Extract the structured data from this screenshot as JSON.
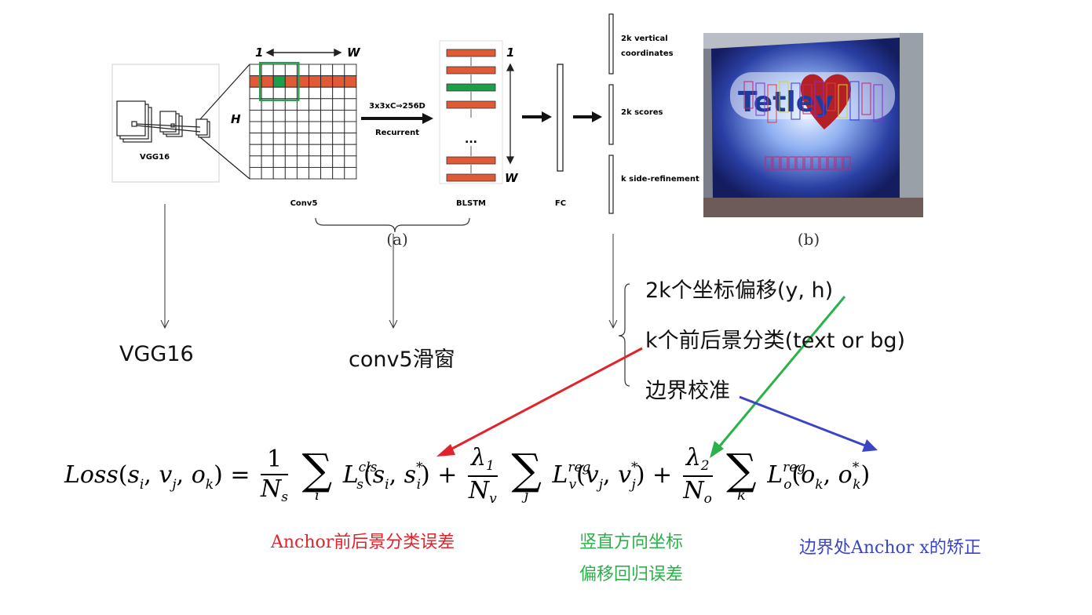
{
  "diagram": {
    "vgg_inner_label": "VGG16",
    "conv5_axis_one": "1",
    "conv5_axis_w": "W",
    "conv5_axis_h": "H",
    "conv5_op_top": "3x3xC⇒256D",
    "conv5_op_bottom": "Recurrent",
    "conv5_label": "Conv5",
    "blstm_one": "1",
    "blstm_dots": "...",
    "blstm_w": "W",
    "blstm_label": "BLSTM",
    "fc_label": "FC",
    "out_vertical": "2k vertical coordinates",
    "out_scores": "2k scores",
    "out_side": "k side-refinement",
    "caption_a": "(a)",
    "caption_b": "(b)",
    "billboard_text": "Tetley",
    "colors": {
      "orange": "#e05a35",
      "green": "#1f9e4a",
      "red": "#e1232b",
      "blue": "#3b45c4",
      "arrow_green": "#2bb14a"
    }
  },
  "annotations": {
    "vgg16": "VGG16",
    "conv5_window": "conv5滑窗",
    "list": [
      "2k个坐标偏移(y, h)",
      "k个前后景分类(text or bg)",
      "边界校准"
    ]
  },
  "formula": {
    "loss_name": "Loss",
    "args": "(s",
    "one": "1",
    "lambda1": "λ",
    "lambda2": "λ",
    "sum": "∑"
  },
  "captions": {
    "cls": "Anchor前后景分类误差",
    "reg_line1": "竖直方向坐标",
    "reg_line2": "偏移回归误差",
    "side": "边界处Anchor x的矫正"
  }
}
